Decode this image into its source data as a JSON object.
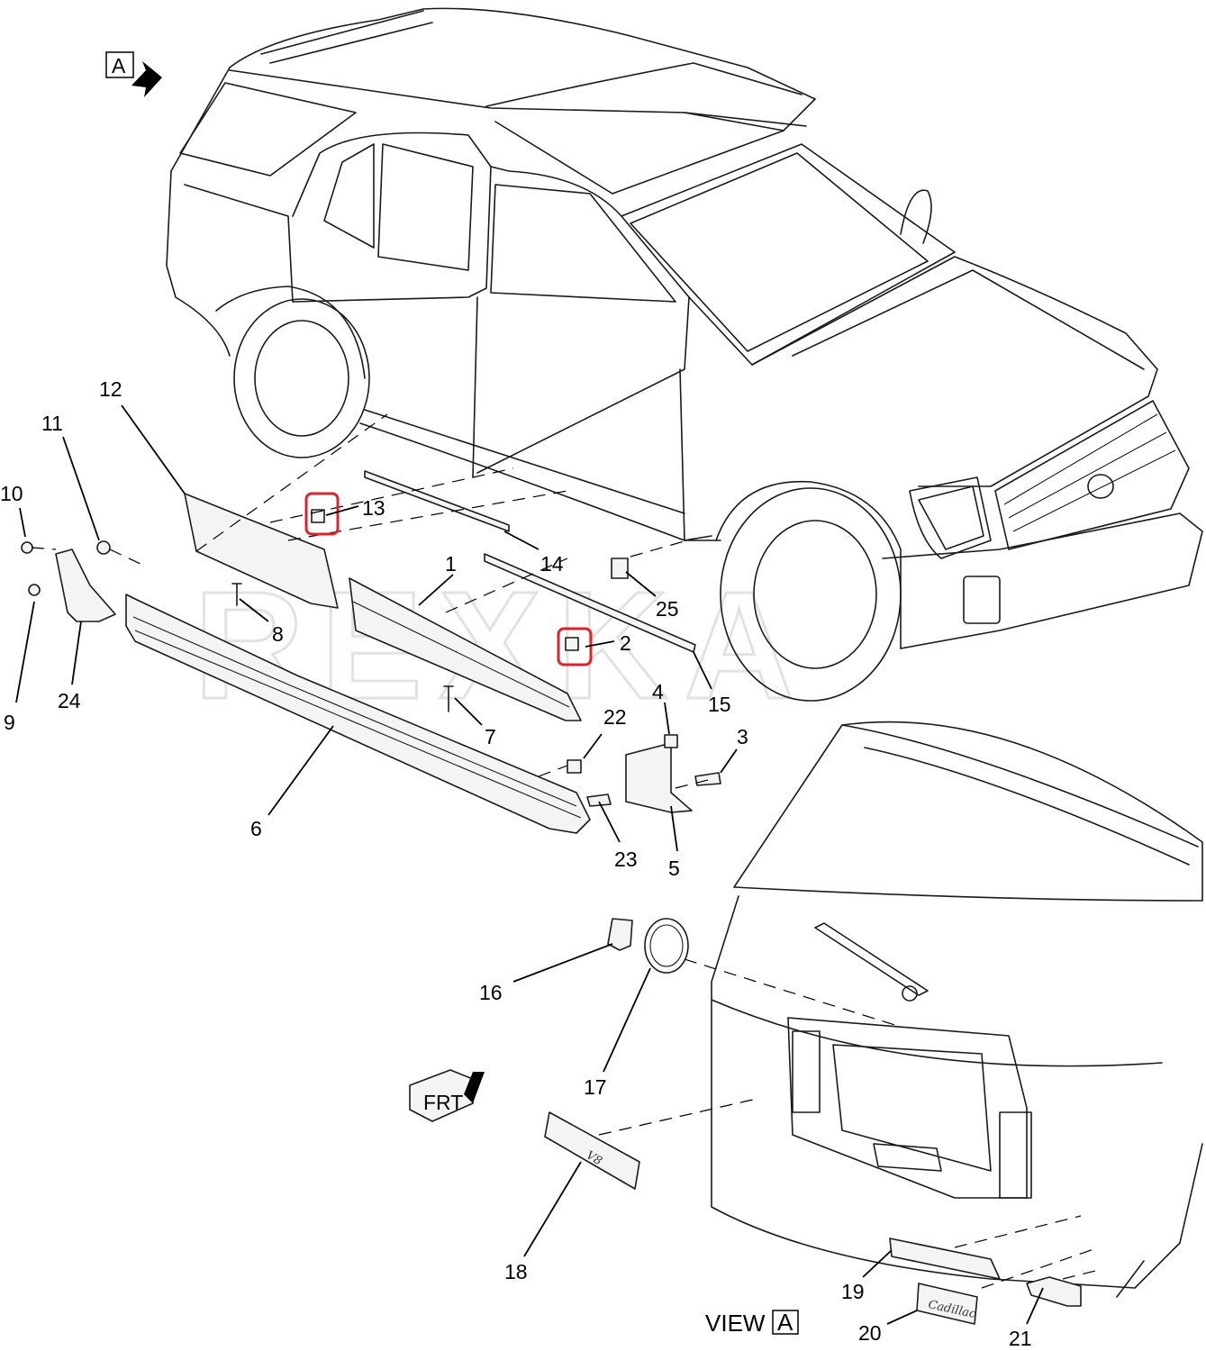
{
  "watermark": "REXKA",
  "view_arrow_letter": "A",
  "view_label": {
    "word": "VIEW",
    "letter": "A"
  },
  "front_indicator": "FRT",
  "callouts": [
    {
      "id": "c1",
      "text": "1"
    },
    {
      "id": "c2",
      "text": "2"
    },
    {
      "id": "c3",
      "text": "3"
    },
    {
      "id": "c4",
      "text": "4"
    },
    {
      "id": "c5",
      "text": "5"
    },
    {
      "id": "c6",
      "text": "6"
    },
    {
      "id": "c7",
      "text": "7"
    },
    {
      "id": "c8",
      "text": "8"
    },
    {
      "id": "c9",
      "text": "9"
    },
    {
      "id": "c10",
      "text": "10"
    },
    {
      "id": "c11",
      "text": "11"
    },
    {
      "id": "c12",
      "text": "12"
    },
    {
      "id": "c13",
      "text": "13"
    },
    {
      "id": "c14",
      "text": "14"
    },
    {
      "id": "c15",
      "text": "15"
    },
    {
      "id": "c16",
      "text": "16"
    },
    {
      "id": "c17",
      "text": "17"
    },
    {
      "id": "c18",
      "text": "18"
    },
    {
      "id": "c19",
      "text": "19"
    },
    {
      "id": "c20",
      "text": "20"
    },
    {
      "id": "c21",
      "text": "21"
    },
    {
      "id": "c22",
      "text": "22"
    },
    {
      "id": "c23",
      "text": "23"
    },
    {
      "id": "c24",
      "text": "24"
    },
    {
      "id": "c25",
      "text": "25"
    }
  ],
  "highlighted_parts": [
    "2",
    "13"
  ],
  "colors": {
    "line": "#1a1a1a",
    "highlight": "#d9262c",
    "watermark": "#e2e2e2"
  }
}
